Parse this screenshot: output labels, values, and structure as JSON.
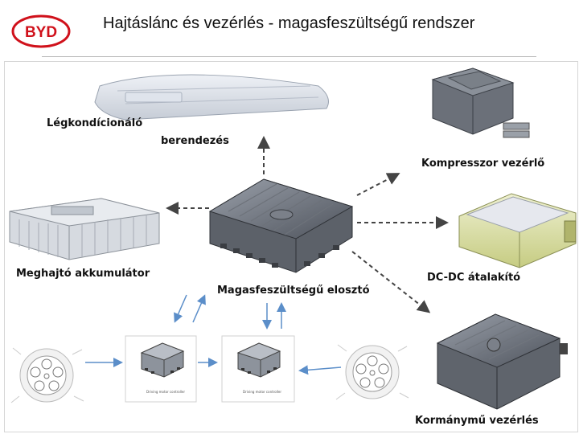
{
  "header": {
    "logo_text": "BYD",
    "title": "Hajtáslánc és vezérlés - magasfeszültségű rendszer"
  },
  "labels": {
    "ac_line1": "Légkondícionáló",
    "ac_line2": "berendezés",
    "compressor": "Kompresszor vezérlő",
    "battery": "Meghajtó akkumulátor",
    "distributor": "Magasfeszültségű elosztó",
    "dcdc": "DC-DC átalakító",
    "steering": "Kormánymű vezérlés"
  },
  "colors": {
    "brand_red": "#d0111b",
    "arrow_dark": "#444444",
    "arrow_blue": "#5b8ec9"
  }
}
